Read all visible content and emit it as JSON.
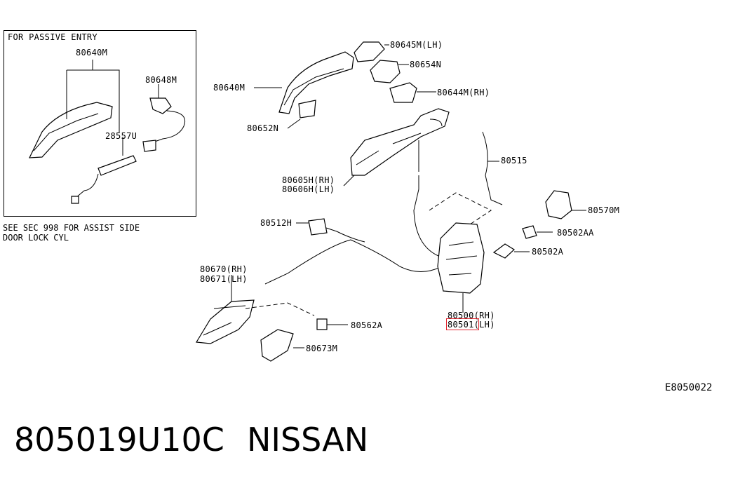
{
  "inset": {
    "title": "FOR PASSIVE ENTRY",
    "labels": [
      "80640M",
      "80648M",
      "28557U"
    ],
    "note_line1": "SEE SEC 998 FOR ASSIST SIDE",
    "note_line2": "DOOR LOCK CYL"
  },
  "callouts": {
    "c80645M": "80645M(LH)",
    "c80654N": "80654N",
    "c80644M": "80644M(RH)",
    "c80640M": "80640M",
    "c80652N": "80652N",
    "c80515": "80515",
    "c80605H": "80605H(RH)",
    "c80606H": "80606H(LH)",
    "c80570M": "80570M",
    "c80502AA": "80502AA",
    "c80512H": "80512H",
    "c80502A": "80502A",
    "c80670": "80670(RH)",
    "c80671": "80671(LH)",
    "c80500": "80500(RH)",
    "c80501": "80501(LH)",
    "c80562A": "80562A",
    "c80673M": "80673M"
  },
  "diagram_code": "E8050022",
  "footer": {
    "part_number": "805019U10C",
    "brand": "NISSAN"
  },
  "colors": {
    "highlight": "#e0202a"
  }
}
